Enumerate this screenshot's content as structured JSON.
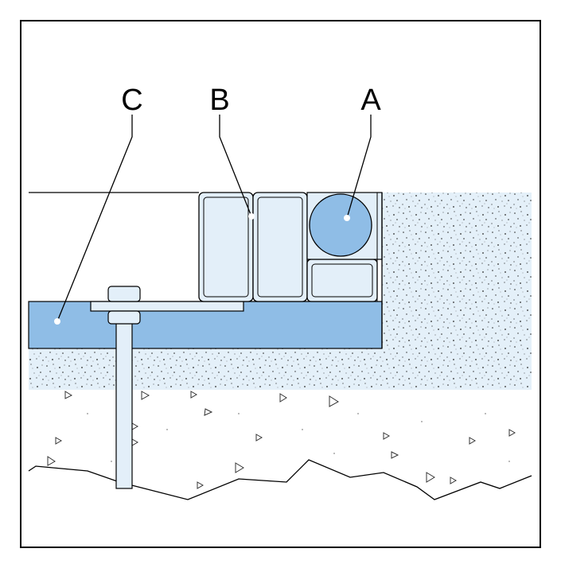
{
  "labels": {
    "a": "A",
    "b": "B",
    "c": "C"
  },
  "colors": {
    "frame": "#000000",
    "component_blue": "#8fbde6",
    "box_fill": "#e3eff9",
    "slab_fill": "#e4f0f9",
    "stipple": "#2a2a2a",
    "ground_fill": "#ffffff",
    "bolt_fill": "#e3eff9"
  }
}
